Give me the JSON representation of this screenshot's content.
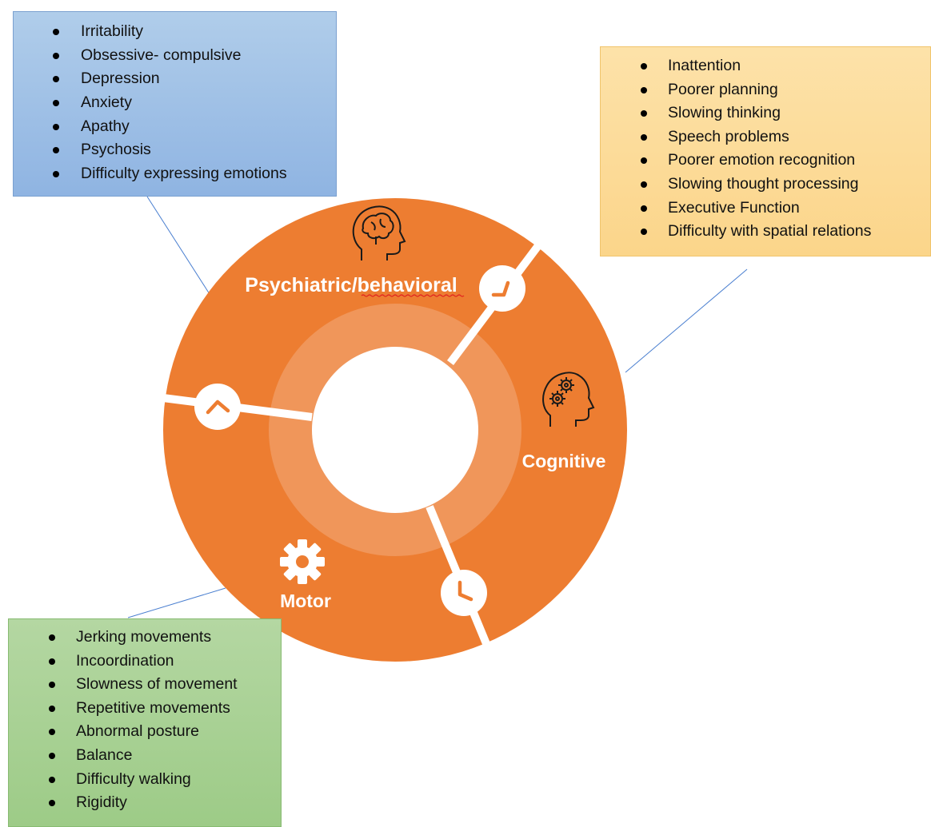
{
  "segments": {
    "psychiatric": {
      "label": "Psychiatric/behavioral",
      "icon": "brain-head-icon",
      "items": [
        "Irritability",
        "Obsessive- compulsive",
        "Depression",
        "Anxiety",
        "Apathy",
        "Psychosis",
        "Difficulty expressing emotions"
      ],
      "box_color": "#9dbde6"
    },
    "cognitive": {
      "label": "Cognitive",
      "icon": "gears-head-icon",
      "items": [
        "Inattention",
        "Poorer planning",
        "Slowing thinking",
        "Speech problems",
        "Poorer emotion recognition",
        "Slowing thought processing",
        "Executive Function",
        "Difficulty with spatial relations"
      ],
      "box_color": "#fcd994"
    },
    "motor": {
      "label": "Motor",
      "icon": "gear-icon",
      "items": [
        "Jerking movements",
        "Incoordination",
        "Slowness of movement",
        "Repetitive movements",
        "Abnormal posture",
        "Balance",
        "Difficulty walking",
        "Rigidity"
      ],
      "box_color": "#a5d18f"
    }
  },
  "colors": {
    "ring": "#ed7d31",
    "inner_ring": "#f0965a",
    "connector_line": "#4a7fd0"
  }
}
